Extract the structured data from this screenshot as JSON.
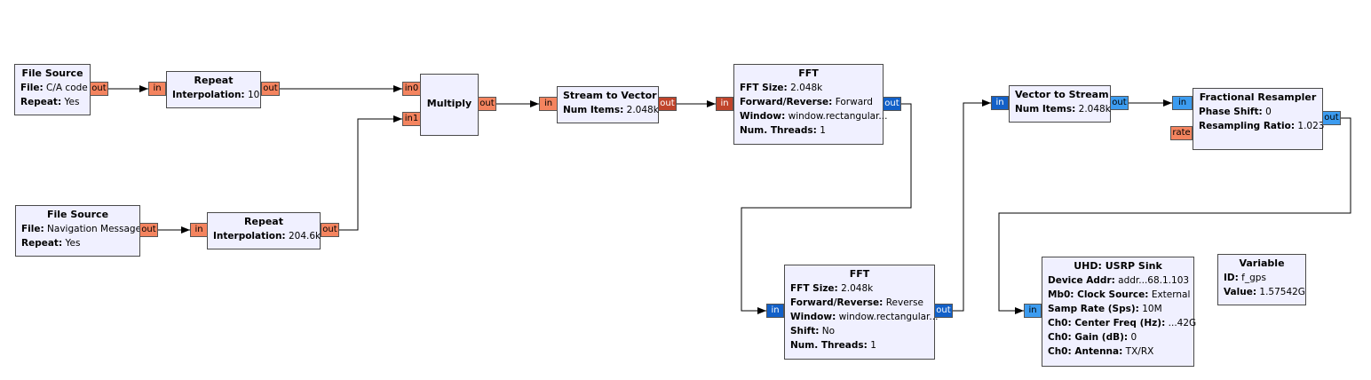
{
  "blocks": {
    "fs1": {
      "title": "File Source",
      "rows": [
        {
          "k": "File:",
          "v": "C/A code"
        },
        {
          "k": "Repeat:",
          "v": "Yes"
        }
      ]
    },
    "rep1": {
      "title": "Repeat",
      "rows": [
        {
          "k": "Interpolation:",
          "v": "10"
        }
      ]
    },
    "fs2": {
      "title": "File Source",
      "rows": [
        {
          "k": "File:",
          "v": "Navigation Message"
        },
        {
          "k": "Repeat:",
          "v": "Yes"
        }
      ]
    },
    "rep2": {
      "title": "Repeat",
      "rows": [
        {
          "k": "Interpolation:",
          "v": "204.6k"
        }
      ]
    },
    "mult": {
      "title": "Multiply",
      "rows": []
    },
    "s2v": {
      "title": "Stream to Vector",
      "rows": [
        {
          "k": "Num Items:",
          "v": "2.048k"
        }
      ]
    },
    "fft1": {
      "title": "FFT",
      "rows": [
        {
          "k": "FFT Size:",
          "v": "2.048k"
        },
        {
          "k": "Forward/Reverse:",
          "v": "Forward"
        },
        {
          "k": "Window:",
          "v": "window.rectangular..."
        },
        {
          "k": "Num. Threads:",
          "v": "1"
        }
      ]
    },
    "fft2": {
      "title": "FFT",
      "rows": [
        {
          "k": "FFT Size:",
          "v": "2.048k"
        },
        {
          "k": "Forward/Reverse:",
          "v": "Reverse"
        },
        {
          "k": "Window:",
          "v": "window.rectangular..."
        },
        {
          "k": "Shift:",
          "v": "No"
        },
        {
          "k": "Num. Threads:",
          "v": "1"
        }
      ]
    },
    "v2s": {
      "title": "Vector to Stream",
      "rows": [
        {
          "k": "Num Items:",
          "v": "2.048k"
        }
      ]
    },
    "resamp": {
      "title": "Fractional Resampler",
      "rows": [
        {
          "k": "Phase Shift:",
          "v": "0"
        },
        {
          "k": "Resampling Ratio:",
          "v": "1.023"
        }
      ]
    },
    "usrp": {
      "title": "UHD: USRP Sink",
      "rows": [
        {
          "k": "Device Addr:",
          "v": " addr...68.1.103"
        },
        {
          "k": "Mb0: Clock Source:",
          "v": "External"
        },
        {
          "k": "Samp Rate (Sps):",
          "v": "10M"
        },
        {
          "k": "Ch0: Center Freq (Hz):",
          "v": "...42G"
        },
        {
          "k": "Ch0: Gain (dB):",
          "v": "0"
        },
        {
          "k": "Ch0: Antenna:",
          "v": "TX/RX"
        }
      ]
    },
    "var": {
      "title": "Variable",
      "rows": [
        {
          "k": "ID:",
          "v": "f_gps"
        },
        {
          "k": "Value:",
          "v": "1.57542G"
        }
      ]
    }
  },
  "ports": {
    "fs1_out": "out",
    "rep1_in": "in",
    "rep1_out": "out",
    "fs2_out": "out",
    "rep2_in": "in",
    "rep2_out": "out",
    "mult_in0": "in0",
    "mult_in1": "in1",
    "mult_out": "out",
    "s2v_in": "in",
    "s2v_out": "out",
    "fft1_in": "in",
    "fft1_out": "out",
    "fft2_in": "in",
    "fft2_out": "out",
    "v2s_in": "in",
    "v2s_out": "out",
    "resamp_in": "in",
    "resamp_rate": "rate",
    "resamp_out": "out",
    "usrp_in": "in"
  },
  "colors": {
    "block_bg": "#f0f0ff",
    "port_float": "#f4845f",
    "port_vector": "#c0442b",
    "port_complex": "#1260c8",
    "port_complex_light": "#3c9cf0"
  }
}
